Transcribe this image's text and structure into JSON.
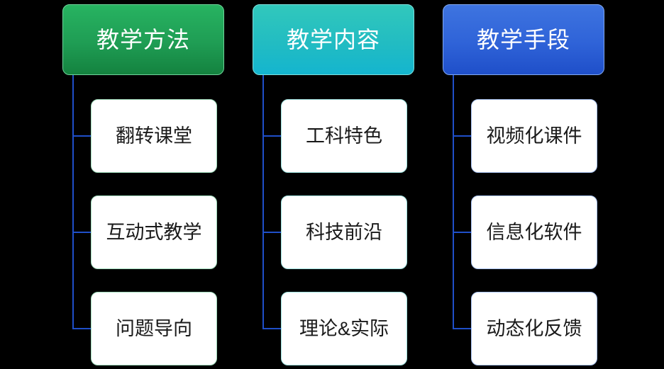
{
  "diagram": {
    "type": "tree-chart",
    "background_color": "#000000",
    "columns": [
      {
        "header": "教学方法",
        "header_color": "#1f9d54",
        "connector_color": "#1f4fc9",
        "children": [
          "翻转课堂",
          "互动式教学",
          "问题导向"
        ]
      },
      {
        "header": "教学内容",
        "header_color": "#22bcc2",
        "connector_color": "#1f4fc9",
        "children": [
          "工科特色",
          "科技前沿",
          "理论&实际"
        ]
      },
      {
        "header": "教学手段",
        "header_color": "#2f63d8",
        "connector_color": "#1f4fc9",
        "children": [
          "视频化课件",
          "信息化软件",
          "动态化反馈"
        ]
      }
    ]
  }
}
